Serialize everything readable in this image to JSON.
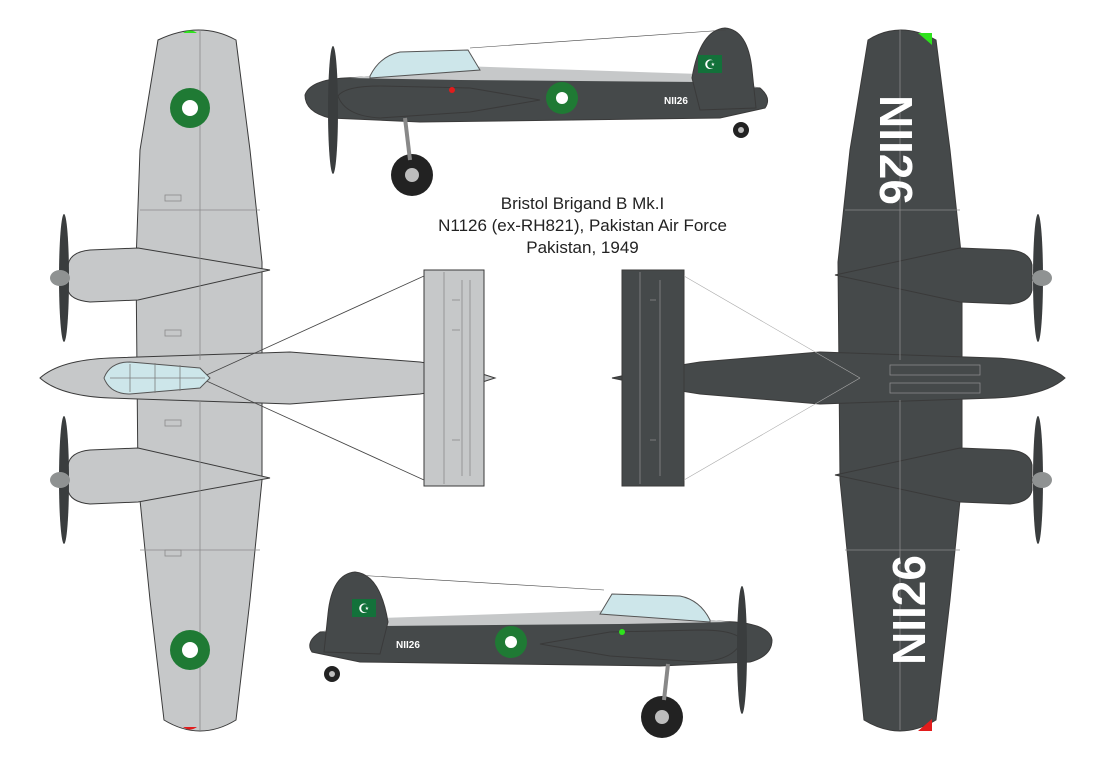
{
  "caption": {
    "line1": "Bristol Brigand B Mk.I",
    "line2": "N1126 (ex-RH821), Pakistan Air Force",
    "line3": "Pakistan, 1949"
  },
  "aircraft_markings": {
    "serial": "N1126",
    "serial_on_wing": "NII26",
    "serial_on_fuselage": "NII26"
  },
  "colors": {
    "upper_surface": "#c6c8c9",
    "lower_surface": "#45494a",
    "roundel": "#1f7a34",
    "fin_flash": "#13713a",
    "navlight_port": "#e21c1c",
    "navlight_starboard": "#2ee21c",
    "tyre": "#222222"
  }
}
